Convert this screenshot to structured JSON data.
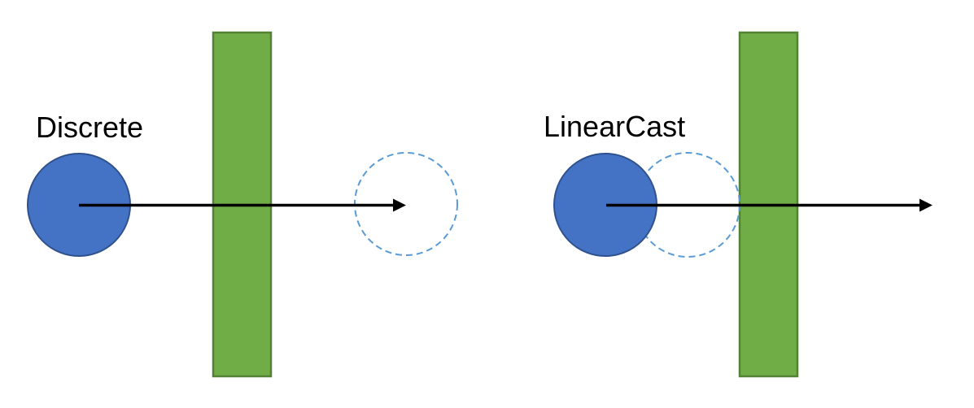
{
  "diagram": {
    "panels": [
      {
        "id": "discrete",
        "label": "Discrete"
      },
      {
        "id": "linearcast",
        "label": "LinearCast"
      }
    ]
  },
  "colors": {
    "background": "#ffffff",
    "body_fill": "#4472C4",
    "body_stroke": "#2F528F",
    "ghost_stroke": "#5B9BD5",
    "wall_fill": "#70AD47",
    "wall_stroke": "#548235",
    "arrow": "#000000",
    "label_text": "#000000"
  }
}
